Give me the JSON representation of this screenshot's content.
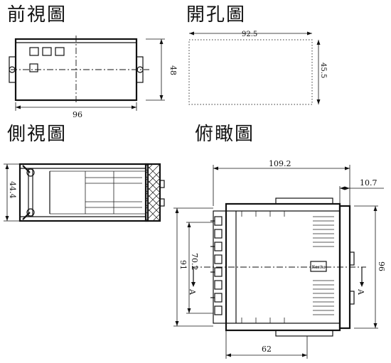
{
  "views": {
    "front": {
      "title": "前視圖",
      "dim_width": "96",
      "dim_height": "48"
    },
    "cutout": {
      "title": "開孔圖",
      "dim_width": "92.5",
      "dim_height": "45.5"
    },
    "side": {
      "title": "側視圖",
      "dim_height": "44.4"
    },
    "top": {
      "title": "俯瞰圖",
      "dim_total_depth": "109.2",
      "dim_bezel_depth": "10.7",
      "dim_inner_height": "70.2",
      "dim_outer_height": "91",
      "dim_front_height": "96",
      "dim_bottom_depth": "62",
      "section_mark": "A",
      "label_text": "Kasita"
    }
  }
}
